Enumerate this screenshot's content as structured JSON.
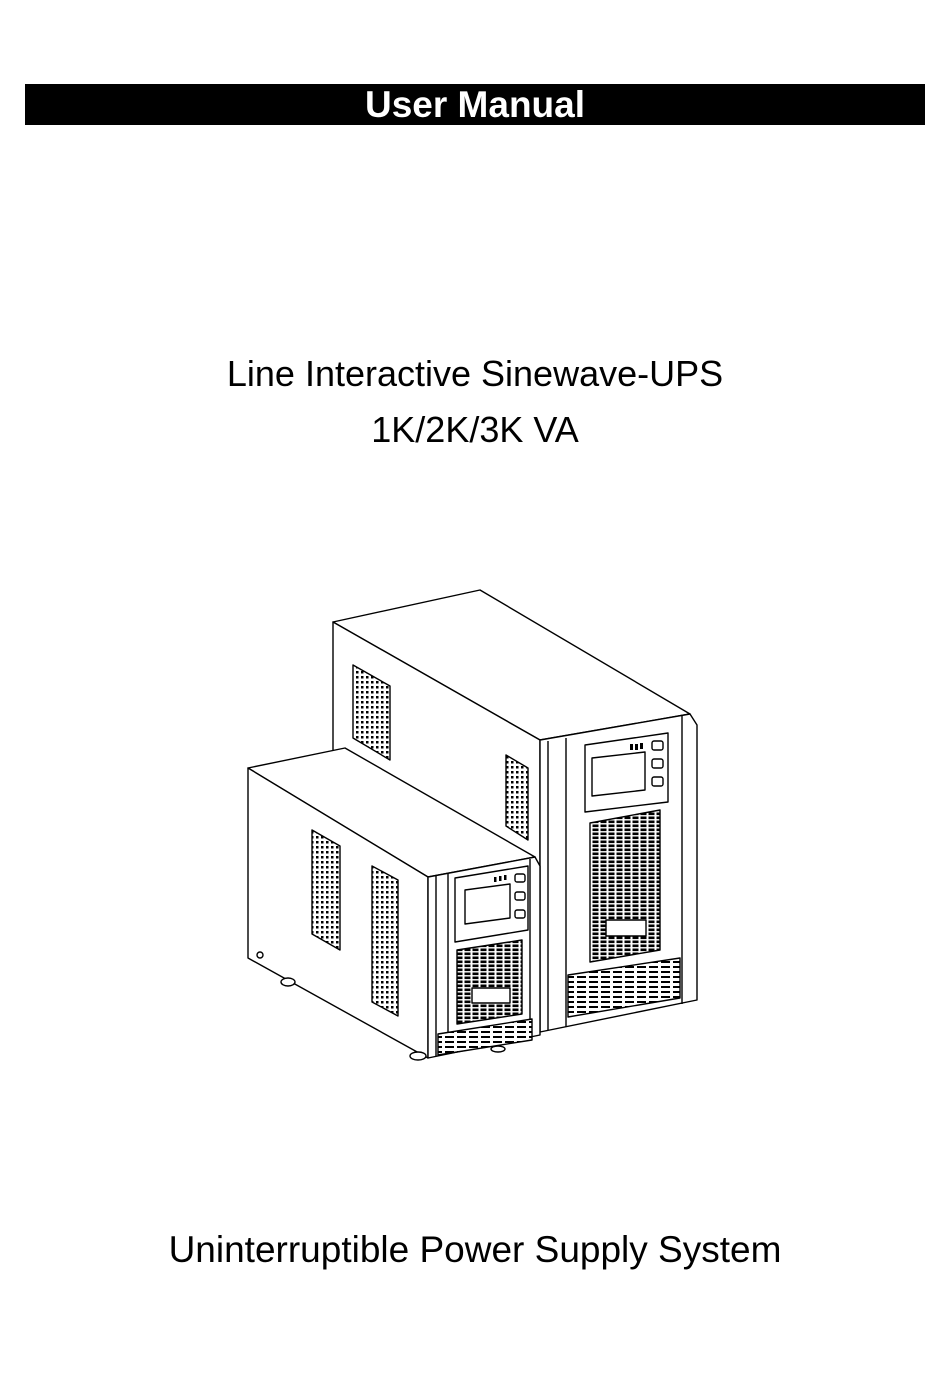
{
  "header": {
    "title": "User Manual"
  },
  "product": {
    "line1": "Line Interactive Sinewave-UPS",
    "line2": "1K/2K/3K VA"
  },
  "footer": {
    "tagline": "Uninterruptible Power Supply System"
  },
  "illustration": {
    "subject": "two-ups-tower-units-line-drawing"
  }
}
